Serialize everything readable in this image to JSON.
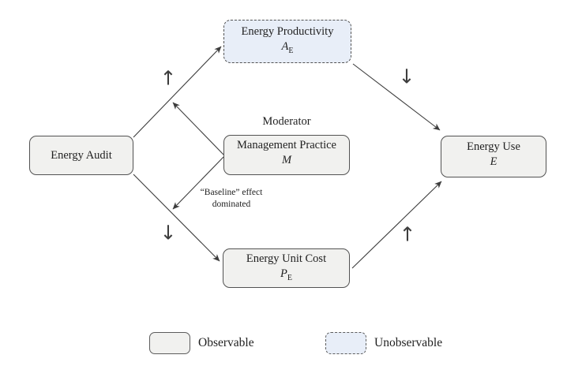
{
  "diagram": {
    "nodes": {
      "energy_audit": {
        "label": "Energy Audit",
        "type": "observable"
      },
      "energy_productivity": {
        "label": "Energy Productivity",
        "symbol": "A",
        "symbol_sub": "E",
        "type": "unobservable"
      },
      "management_practice": {
        "label": "Management Practice",
        "symbol": "M",
        "type": "observable",
        "tag": "Moderator"
      },
      "energy_unit_cost": {
        "label": "Energy Unit Cost",
        "symbol": "P",
        "symbol_sub": "E",
        "type": "observable"
      },
      "energy_use": {
        "label": "Energy Use",
        "symbol": "E",
        "type": "observable"
      }
    },
    "annotations": {
      "moderator": "Moderator",
      "baseline_line1": "“Baseline” effect",
      "baseline_line2": "dominated",
      "up_left": "↑",
      "down_left": "↓",
      "down_right": "↓",
      "up_right": "↑"
    },
    "legend": {
      "observable": "Observable",
      "unobservable": "Unobservable"
    },
    "colors": {
      "observable_fill": "#f1f1ef",
      "unobservable_fill": "#e8eef8",
      "border": "#525252",
      "arrow": "#3d3d3d"
    }
  }
}
